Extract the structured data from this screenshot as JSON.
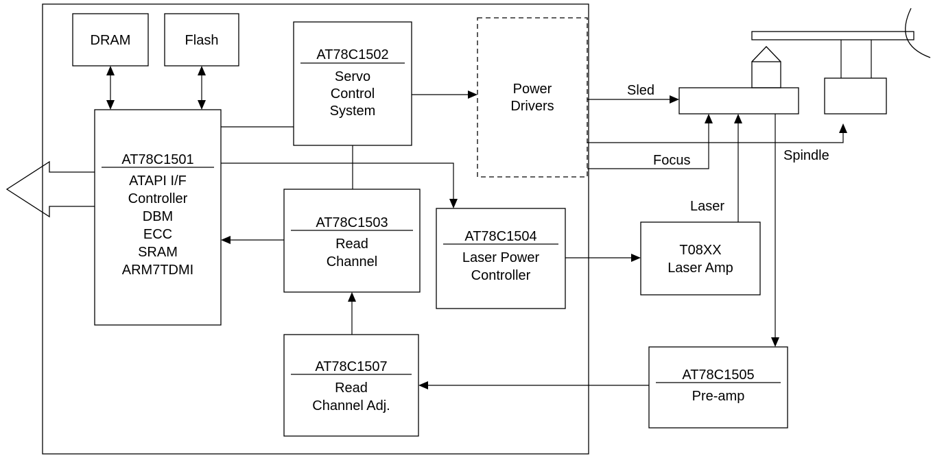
{
  "blocks": {
    "dram": {
      "label": "DRAM"
    },
    "flash": {
      "label": "Flash"
    },
    "servo": {
      "part": "AT78C1502",
      "lines": [
        "Servo",
        "Control",
        "System"
      ]
    },
    "power_drivers": {
      "lines": [
        "Power",
        "Drivers"
      ]
    },
    "controller": {
      "part": "AT78C1501",
      "lines": [
        "ATAPI I/F",
        "Controller",
        "DBM",
        "ECC",
        "SRAM",
        "ARM7TDMI"
      ]
    },
    "read_channel": {
      "part": "AT78C1503",
      "lines": [
        "Read",
        "Channel"
      ]
    },
    "laser_power": {
      "part": "AT78C1504",
      "lines": [
        "Laser Power",
        "Controller"
      ]
    },
    "laser_amp": {
      "lines": [
        "T08XX",
        "Laser Amp"
      ]
    },
    "read_channel_adj": {
      "part": "AT78C1507",
      "lines": [
        "Read",
        "Channel Adj."
      ]
    },
    "preamp": {
      "part": "AT78C1505",
      "lines": [
        "Pre-amp"
      ]
    }
  },
  "signals": {
    "sled": "Sled",
    "focus": "Focus",
    "spindle": "Spindle",
    "laser": "Laser"
  }
}
